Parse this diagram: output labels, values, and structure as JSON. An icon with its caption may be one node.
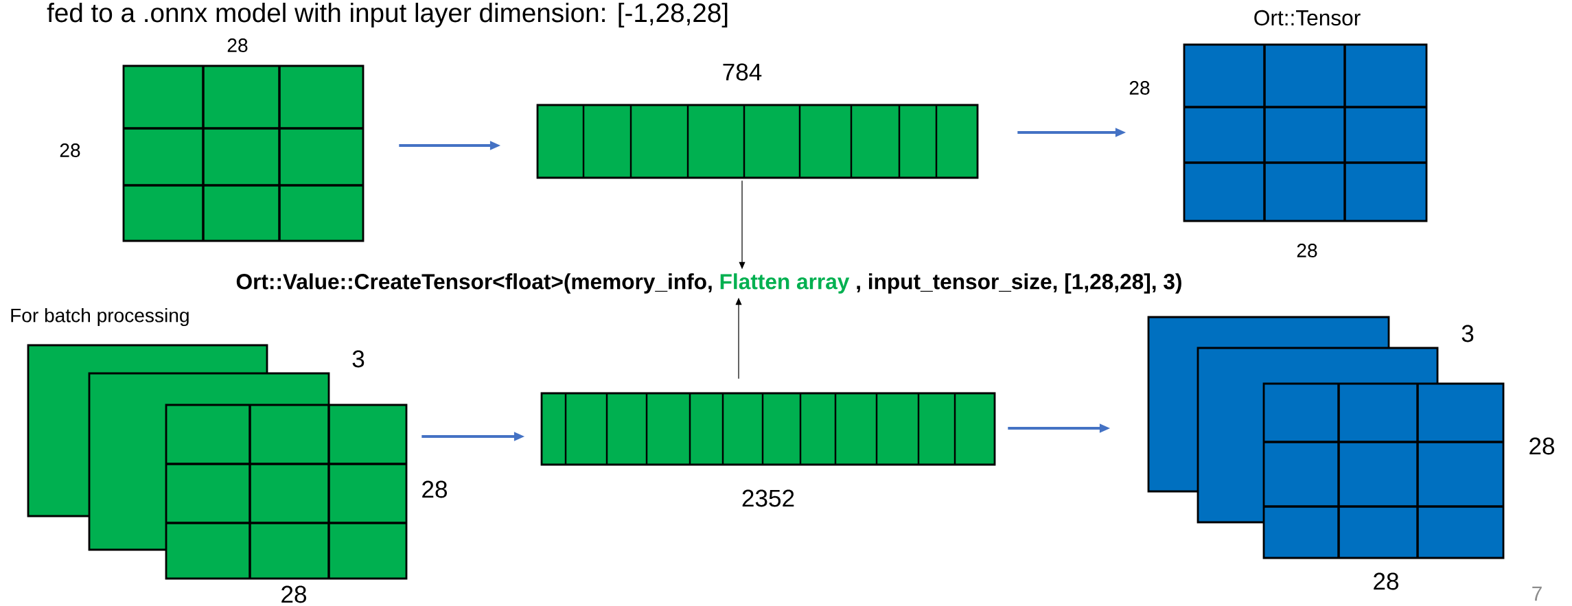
{
  "diagram": {
    "nodes": [
      {
        "text": [],
        "shape": "box",
        "beside": [
          "28",
          "28"
        ]
      },
      {
        "text": [],
        "shape": "bar",
        "beside": [
          "784"
        ]
      },
      {
        "text": [],
        "shape": "box",
        "beside": [
          "Ort::Tensor",
          "28",
          "28"
        ]
      },
      {
        "text": [
          "Ort::Value::CreateTensor<float>(memory_info,",
          "Flatten array",
          ", input_tensor_size, [1,28,28], 3)"
        ]
      },
      {
        "text": [],
        "shape": "box"
      },
      {
        "text": [],
        "shape": "box"
      },
      {
        "text": [],
        "shape": "box",
        "beside": [
          "3",
          "28",
          "28"
        ]
      },
      {
        "text": [],
        "shape": "bar",
        "beside": [
          "2352"
        ]
      },
      {
        "text": [],
        "shape": "box"
      },
      {
        "text": [],
        "shape": "box",
        "beside": [
          "3"
        ]
      },
      {
        "text": [],
        "shape": "box",
        "beside": [
          "28",
          "28"
        ]
      }
    ],
    "edges": [
      {
        "from": 0,
        "to": 1,
        "arrow": "to"
      },
      {
        "from": 1,
        "to": 2,
        "arrow": "to"
      },
      {
        "from": 1,
        "to": 3,
        "arrow": "to",
        "color": "#000000"
      },
      {
        "from": 7,
        "to": 3,
        "arrow": "to",
        "color": "#000000"
      },
      {
        "from": 6,
        "to": 7,
        "arrow": "to"
      },
      {
        "from": 7,
        "to": 8,
        "arrow": "to"
      }
    ],
    "labels": [
      "fed to a .onnx model with input layer dimension: [-1,28,28]",
      "For batch processing",
      "7"
    ]
  }
}
